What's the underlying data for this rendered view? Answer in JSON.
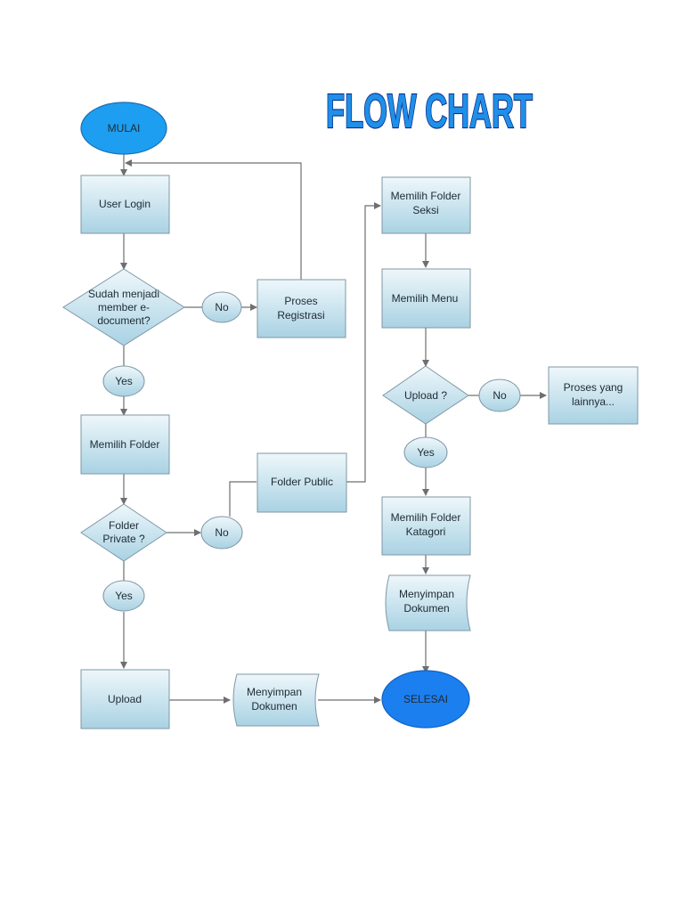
{
  "title": "FLOW CHART",
  "colors": {
    "box_fill_top": "#eef7fb",
    "box_fill_bottom": "#a9d2e3",
    "terminal_start": "#1e9ef0",
    "terminal_end": "#1b7ff0",
    "title_fill": "#1f8fe8",
    "title_stroke": "#0b2f8a"
  },
  "nodes": {
    "start": "MULAI",
    "user_login": "User Login",
    "member_check": [
      "Sudah menjadi",
      "member e-",
      "document?"
    ],
    "no1": "No",
    "registration": [
      "Proses",
      "Registrasi"
    ],
    "yes1": "Yes",
    "choose_folder": "Memilih Folder",
    "private_check": [
      "Folder",
      "Private ?"
    ],
    "no2": "No",
    "folder_public": "Folder Public",
    "yes2": "Yes",
    "upload_left": "Upload",
    "save_left": [
      "Menyimpan",
      "Dokumen"
    ],
    "end": "SELESAI",
    "choose_section": [
      "Memilih Folder",
      "Seksi"
    ],
    "choose_menu": "Memilih Menu",
    "upload_check": "Upload ?",
    "no3": "No",
    "other_process": [
      "Proses yang",
      "lainnya..."
    ],
    "yes3": "Yes",
    "choose_category": [
      "Memilih Folder",
      "Katagori"
    ],
    "save_right": [
      "Menyimpan",
      "Dokumen"
    ]
  }
}
